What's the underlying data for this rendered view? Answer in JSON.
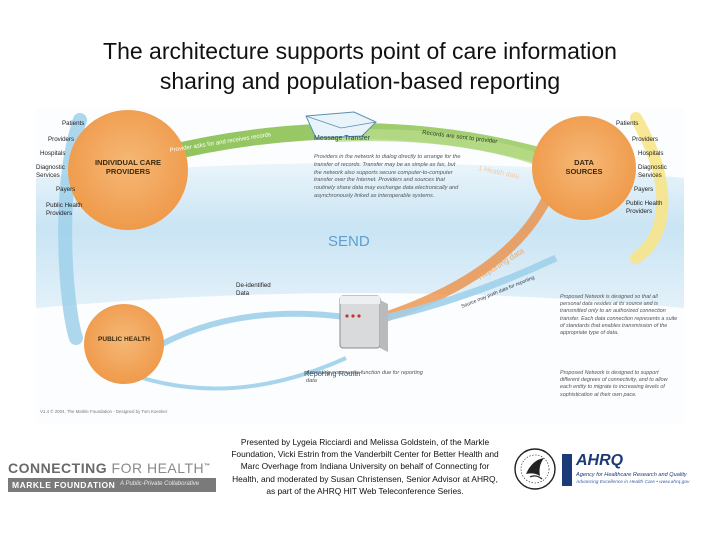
{
  "slide": {
    "title_line1": "The architecture supports point of care information",
    "title_line2": "sharing and population-based reporting"
  },
  "diagram": {
    "left_labels": [
      "Patients",
      "Providers",
      "Hospitals",
      "Diagnostic Services",
      "Payers",
      "Public Health Providers"
    ],
    "right_labels": [
      "Patients",
      "Providers",
      "Hospitals",
      "Diagnostic Services",
      "Payers",
      "Public Health Providers"
    ],
    "individual_care_providers": "INDIVIDUAL CARE PROVIDERS",
    "data_sources": "DATA SOURCES",
    "public_health": "PUBLIC HEALTH",
    "message_transfer": "Message Transfer",
    "send": "SEND",
    "top_arc_left": "Provider asks for and receives records",
    "top_arc_right": "Records are sent to provider",
    "top_arc_right_sub": "1 Health data",
    "reporting_data": "Reporting data",
    "reporting_arc": "Source may push data for reporting",
    "deidentified": "De-identified Data",
    "reporting_router": "Reporting Router",
    "reporting_router_desc": "Accepting community function due for reporting data",
    "message_desc": "Providers in the network to dialog directly to arrange for the transfer of records. Transfer may be as simple as fax, but the network also supports secure computer-to-computer transfer over the Internet. Providers and sources that routinely share data may exchange data electronically and asynchronously linked as interoperable systems.",
    "right_desc1": "Proposed Network is designed so that all personal data resides at its source and is transmitted only to an authorized connection transfer. Each data connection represents a suite of standards that enables transmission of the appropriate type of data.",
    "right_desc2": "Proposed Network is designed to support different degrees of connectivity, and to allow each entity to migrate to increasing levels of sophistication at their own pace.",
    "copyright": "V1.4  © 2004, The Markle Foundation - Designed by Tom Koenker"
  },
  "footer": {
    "cfh_main": "CONNECTING",
    "cfh_thin": "FOR HEALTH",
    "cfh_tm": "™",
    "markle": "MARKLE FOUNDATION",
    "public_private": "A Public-Private Collaborative",
    "credits": "Presented by Lygeia Ricciardi and Melissa Goldstein, of the Markle Foundation, Vicki Estrin from the Vanderbilt Center for Better Health and Marc Overhage from Indiana University on behalf of Connecting for Health, and moderated by Susan Christensen, Senior Advisor at AHRQ, as part of the AHRQ HIT Web Teleconference Series.",
    "ahrq_name": "AHRQ",
    "ahrq_agency": "Agency for Healthcare Research and Quality",
    "ahrq_tagline": "Advancing Excellence in Health Care • www.ahrq.gov"
  },
  "colors": {
    "orange_circle": "#f2a65a",
    "blue_band": "#cfe6f5",
    "green_arc": "#9cc76a",
    "title_text": "#111111",
    "ahrq_blue": "#1a3a78"
  }
}
